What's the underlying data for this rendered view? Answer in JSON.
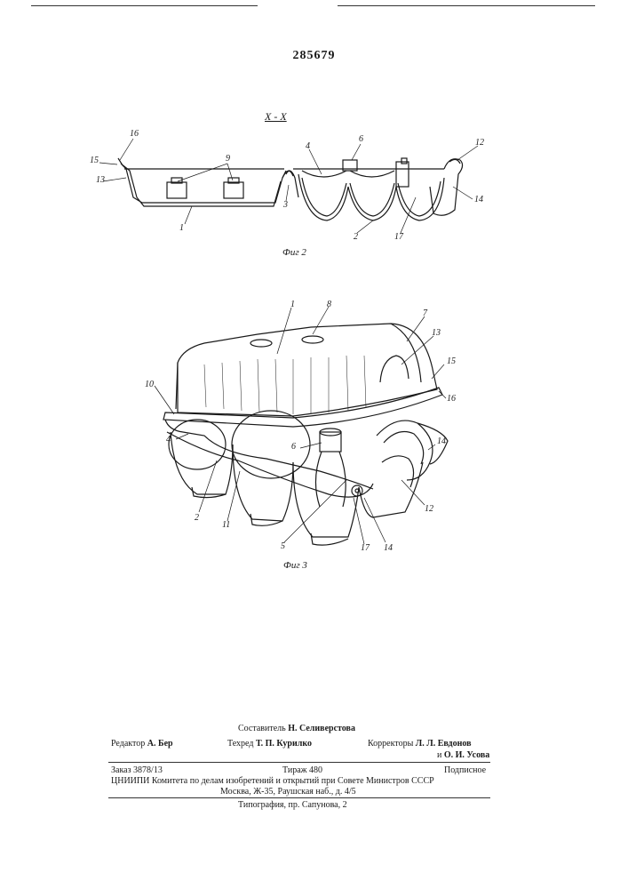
{
  "patent_number": "285679",
  "fig2": {
    "section_label": "X - X",
    "caption": "Фиг 2",
    "labels": [
      "16",
      "15",
      "13",
      "9",
      "1",
      "3",
      "4",
      "6",
      "2",
      "17",
      "12",
      "14"
    ]
  },
  "fig3": {
    "caption": "Фиг 3",
    "labels": [
      "1",
      "8",
      "7",
      "13",
      "15",
      "10",
      "16",
      "4",
      "6",
      "14",
      "2",
      "11",
      "12",
      "5",
      "17",
      "14"
    ]
  },
  "colophon": {
    "compiler_role": "Составитель",
    "compiler_name": "Н. Селиверстова",
    "editor_role": "Редактор",
    "editor_name": "А. Бер",
    "techred_role": "Техред",
    "techred_name": "Т. П. Курилко",
    "correctors_role": "Корректоры",
    "corrector1": "Л. Л. Евдонов",
    "corrector2_prefix": "и",
    "corrector2": "О. И. Усова",
    "order": "Заказ 3878/13",
    "circulation": "Тираж 480",
    "subscription": "Подписное",
    "org_line": "ЦНИИПИ Комитета по делам изобретений и открытий при Совете Министров СССР",
    "address": "Москва, Ж-35, Раушская наб., д. 4/5",
    "printer": "Типография, пр. Сапунова, 2"
  }
}
